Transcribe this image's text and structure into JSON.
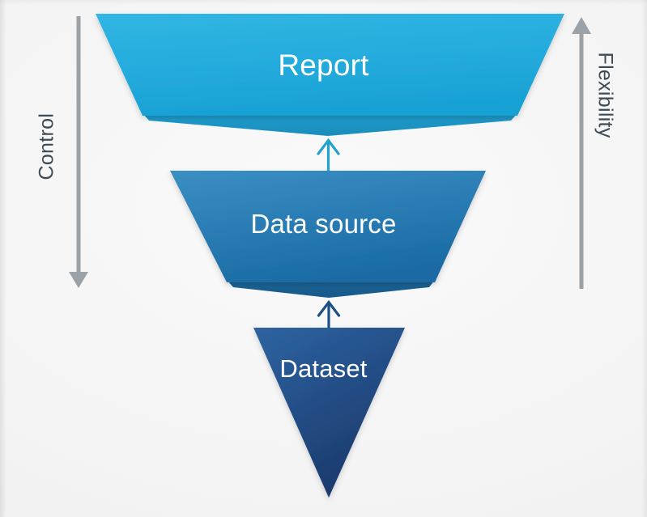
{
  "diagram": {
    "type": "inverted-funnel",
    "title": "",
    "background_color": "#f2f2f2",
    "stages": [
      {
        "id": "report",
        "label": "Report",
        "level": 1,
        "shape": "trapezoid",
        "fill_top": "#2cb2e0",
        "fill_bottom": "#1ca4d6",
        "fold_color": "#1b93c4",
        "text_color": "#ffffff"
      },
      {
        "id": "data-source",
        "label": "Data source",
        "level": 2,
        "shape": "trapezoid",
        "fill_top": "#3387bd",
        "fill_bottom": "#1b6ea8",
        "fold_color": "#1b5f92",
        "text_color": "#ffffff"
      },
      {
        "id": "dataset",
        "label": "Dataset",
        "level": 3,
        "shape": "inverted-triangle",
        "fill_top": "#2a5e9c",
        "fill_bottom": "#1b3a6b",
        "fold_color": "#1b3a6b",
        "text_color": "#ffffff"
      }
    ],
    "connectors": [
      {
        "id": "arrow-datasource-to-report",
        "from": "data-source",
        "to": "report",
        "direction": "up",
        "color": "#24a2cf"
      },
      {
        "id": "arrow-dataset-to-datasource",
        "from": "dataset",
        "to": "data-source",
        "direction": "up",
        "color": "#1d4f87"
      }
    ],
    "axes": [
      {
        "id": "control",
        "label": "Control",
        "side": "left",
        "direction": "down",
        "color": "#9aa1a7",
        "text_color": "#3d4b57"
      },
      {
        "id": "flexibility",
        "label": "Flexibility",
        "side": "right",
        "direction": "up",
        "color": "#9aa1a7",
        "text_color": "#3d4b57"
      }
    ]
  }
}
